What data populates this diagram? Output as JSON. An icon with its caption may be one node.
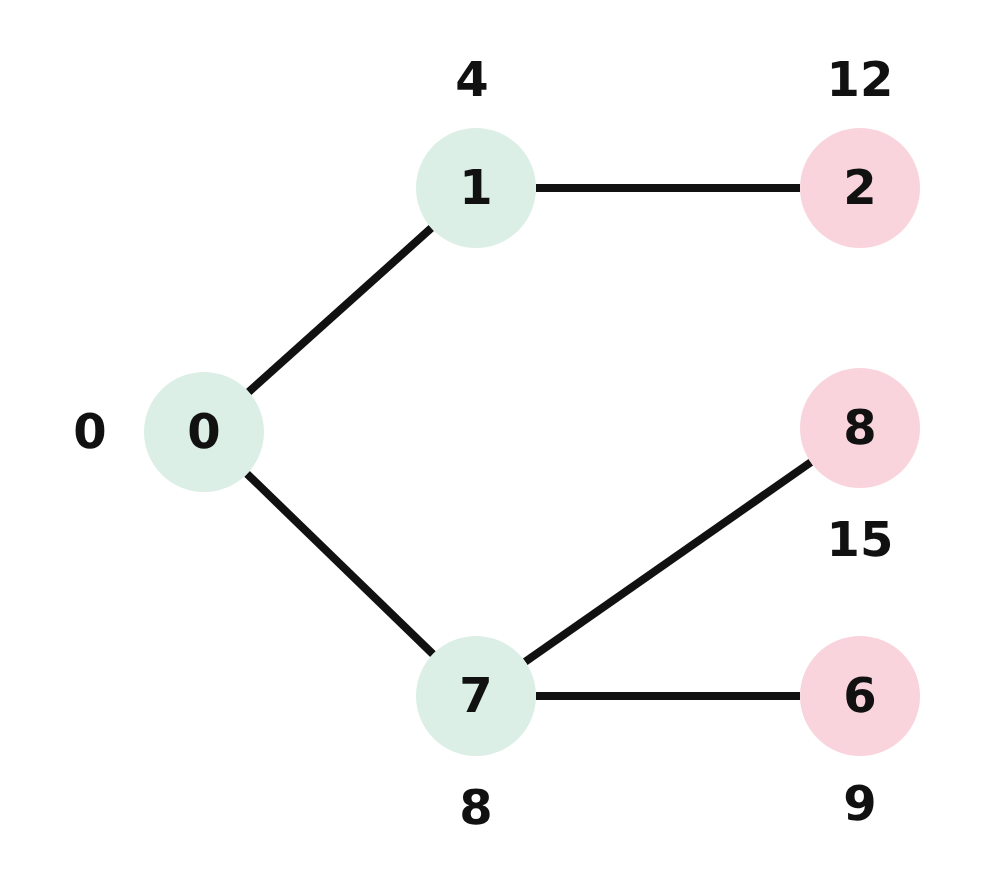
{
  "diagram": {
    "nodes": [
      {
        "text": [
          "0"
        ],
        "beside": [
          "0"
        ]
      },
      {
        "text": [
          "1"
        ],
        "beside": [
          "4"
        ]
      },
      {
        "text": [
          "2"
        ],
        "beside": [
          "12"
        ]
      },
      {
        "text": [
          "8"
        ],
        "beside": [
          "15"
        ]
      },
      {
        "text": [
          "7"
        ],
        "beside": [
          "8"
        ]
      },
      {
        "text": [
          "6"
        ],
        "beside": [
          "9"
        ]
      }
    ],
    "edges": [
      {
        "from": 0,
        "to": 1,
        "arrow": "none"
      },
      {
        "from": 1,
        "to": 2,
        "arrow": "none"
      },
      {
        "from": 0,
        "to": 4,
        "arrow": "none"
      },
      {
        "from": 4,
        "to": 3,
        "arrow": "none"
      },
      {
        "from": 4,
        "to": 5,
        "arrow": "none"
      }
    ]
  }
}
